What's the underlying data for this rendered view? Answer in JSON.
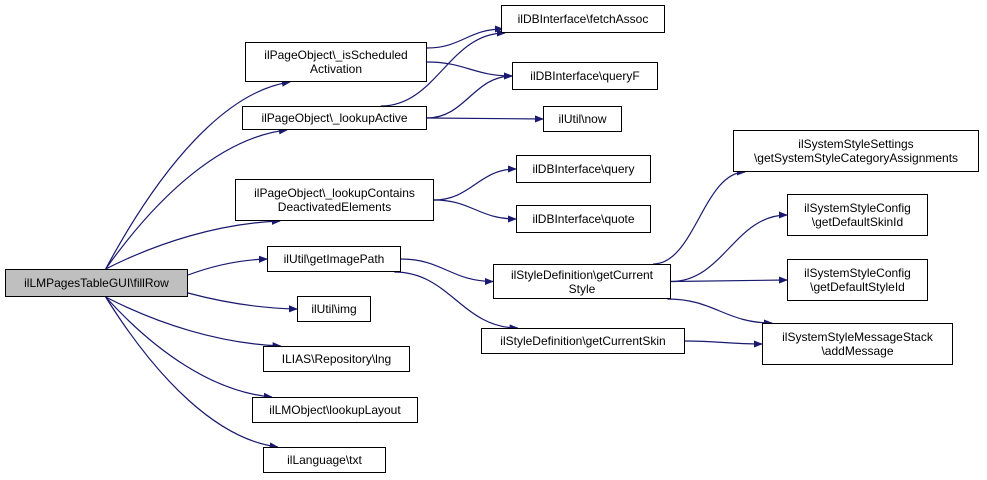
{
  "diagram": {
    "type": "call-graph",
    "edge_color": "#191970",
    "root_fill": "#bfbfbf",
    "nodes": [
      {
        "id": "fillRow",
        "lines": [
          "ilLMPagesTableGUI\\fillRow"
        ],
        "root": true
      },
      {
        "id": "isScheduled",
        "lines": [
          "ilPageObject\\_isScheduled",
          "Activation"
        ]
      },
      {
        "id": "lookupActive",
        "lines": [
          "ilPageObject\\_lookupActive"
        ]
      },
      {
        "id": "lookupContains",
        "lines": [
          "ilPageObject\\_lookupContains",
          "DeactivatedElements"
        ]
      },
      {
        "id": "getImagePath",
        "lines": [
          "ilUtil\\getImagePath"
        ]
      },
      {
        "id": "img",
        "lines": [
          "ilUtil\\img"
        ]
      },
      {
        "id": "lng",
        "lines": [
          "ILIAS\\Repository\\lng"
        ]
      },
      {
        "id": "lookupLayout",
        "lines": [
          "ilLMObject\\lookupLayout"
        ]
      },
      {
        "id": "txt",
        "lines": [
          "ilLanguage\\txt"
        ]
      },
      {
        "id": "fetchAssoc",
        "lines": [
          "ilDBInterface\\fetchAssoc"
        ]
      },
      {
        "id": "queryF",
        "lines": [
          "ilDBInterface\\queryF"
        ]
      },
      {
        "id": "now",
        "lines": [
          "ilUtil\\now"
        ]
      },
      {
        "id": "query",
        "lines": [
          "ilDBInterface\\query"
        ]
      },
      {
        "id": "quote",
        "lines": [
          "ilDBInterface\\quote"
        ]
      },
      {
        "id": "getCurrentStyle",
        "lines": [
          "ilStyleDefinition\\getCurrent",
          "Style"
        ]
      },
      {
        "id": "getCurrentSkin",
        "lines": [
          "ilStyleDefinition\\getCurrentSkin"
        ]
      },
      {
        "id": "getSysCat",
        "lines": [
          "ilSystemStyleSettings",
          "\\getSystemStyleCategoryAssignments"
        ]
      },
      {
        "id": "getDefaultSkinId",
        "lines": [
          "ilSystemStyleConfig",
          "\\getDefaultSkinId"
        ]
      },
      {
        "id": "getDefaultStyleId",
        "lines": [
          "ilSystemStyleConfig",
          "\\getDefaultStyleId"
        ]
      },
      {
        "id": "addMessage",
        "lines": [
          "ilSystemStyleMessageStack",
          "\\addMessage"
        ]
      }
    ],
    "edges": [
      [
        "fillRow",
        "isScheduled"
      ],
      [
        "fillRow",
        "lookupActive"
      ],
      [
        "fillRow",
        "lookupContains"
      ],
      [
        "fillRow",
        "getImagePath"
      ],
      [
        "fillRow",
        "img"
      ],
      [
        "fillRow",
        "lng"
      ],
      [
        "fillRow",
        "lookupLayout"
      ],
      [
        "fillRow",
        "txt"
      ],
      [
        "isScheduled",
        "fetchAssoc"
      ],
      [
        "isScheduled",
        "queryF"
      ],
      [
        "lookupActive",
        "fetchAssoc"
      ],
      [
        "lookupActive",
        "queryF"
      ],
      [
        "lookupActive",
        "now"
      ],
      [
        "lookupContains",
        "query"
      ],
      [
        "lookupContains",
        "quote"
      ],
      [
        "getImagePath",
        "getCurrentStyle"
      ],
      [
        "getImagePath",
        "getCurrentSkin"
      ],
      [
        "getCurrentStyle",
        "getSysCat"
      ],
      [
        "getCurrentStyle",
        "getDefaultSkinId"
      ],
      [
        "getCurrentStyle",
        "getDefaultStyleId"
      ],
      [
        "getCurrentStyle",
        "addMessage"
      ],
      [
        "getCurrentSkin",
        "addMessage"
      ]
    ]
  }
}
